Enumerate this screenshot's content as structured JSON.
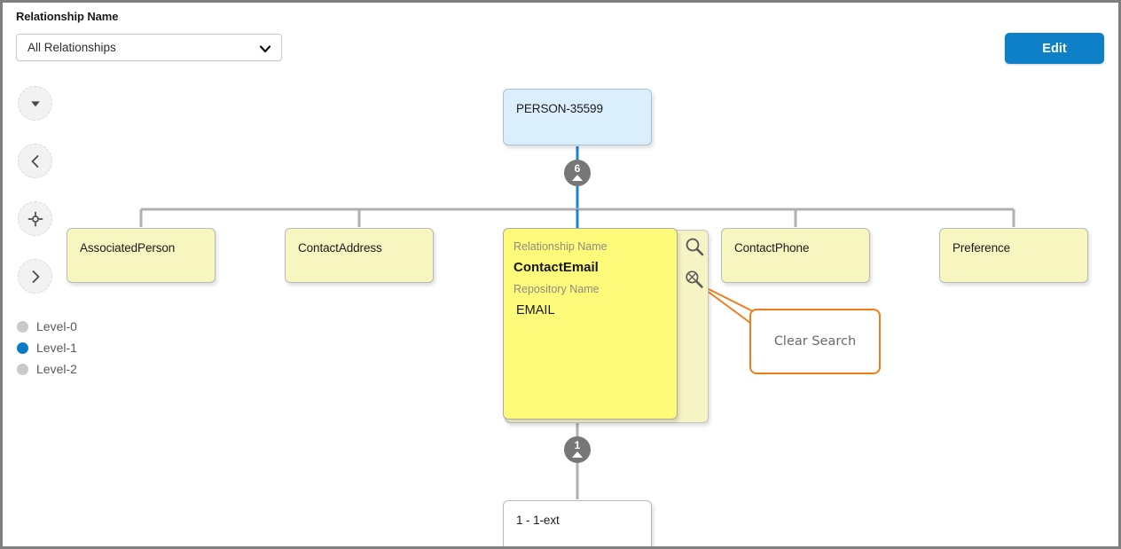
{
  "toolbar": {
    "label": "Relationship Name",
    "dropdown": {
      "value": "All Relationships",
      "caret_icon": "chevron-down-icon"
    },
    "edit_button": "Edit",
    "accent_color": "#0d80c8"
  },
  "controls": [
    {
      "name": "collapse-all-button",
      "icon": "triangle-down-icon"
    },
    {
      "name": "pan-left-button",
      "icon": "chevron-left-icon"
    },
    {
      "name": "center-graph-button",
      "icon": "crosshair-icon"
    },
    {
      "name": "pan-right-button",
      "icon": "chevron-right-icon"
    }
  ],
  "legend": {
    "items": [
      {
        "label": "Level-0",
        "active": false,
        "color": "#c9c9c9"
      },
      {
        "label": "Level-1",
        "active": true,
        "color": "#0a7bc4"
      },
      {
        "label": "Level-2",
        "active": false,
        "color": "#c9c9c9"
      }
    ]
  },
  "graph": {
    "root": {
      "label": "PERSON-35599"
    },
    "badge_top": {
      "count": "6",
      "arrow": "triangle-up-icon"
    },
    "badge_bottom": {
      "count": "1",
      "arrow": "triangle-up-icon"
    },
    "children": [
      {
        "label": "AssociatedPerson"
      },
      {
        "label": "ContactAddress"
      },
      {
        "label": "ContactPhone"
      },
      {
        "label": "Preference"
      }
    ],
    "selected_card": {
      "relationship_name_label": "Relationship Name",
      "relationship_name_value": "ContactEmail",
      "repository_name_label": "Repository Name",
      "repository_name_value": "EMAIL",
      "icons": [
        {
          "name": "search-icon",
          "title": "Search"
        },
        {
          "name": "clear-search-icon",
          "title": "Clear Search"
        }
      ]
    },
    "descendant": {
      "label": "1 - 1-ext"
    }
  },
  "callout": {
    "text": "Clear Search",
    "border_color": "#f07d1a"
  }
}
